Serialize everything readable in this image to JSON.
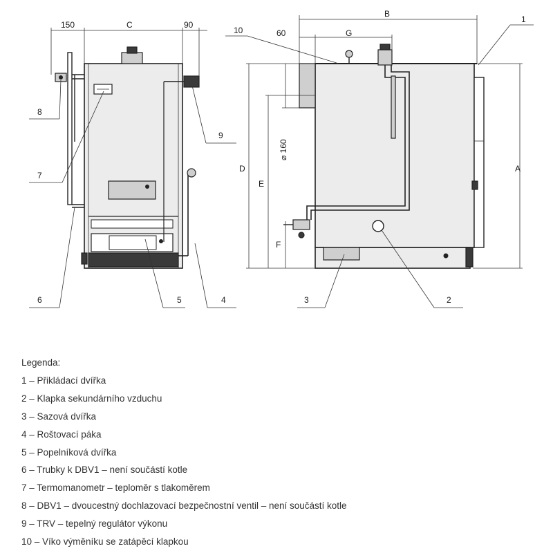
{
  "dimensions": {
    "front_left": "150",
    "front_mid": "C",
    "front_right": "90",
    "side_top": "B",
    "side_60": "60",
    "side_g": "G",
    "side_d": "D",
    "side_e": "E",
    "side_f": "F",
    "side_a": "A",
    "flue_diameter": "⌀ 160"
  },
  "callouts": {
    "c1": "1",
    "c2": "2",
    "c3": "3",
    "c4": "4",
    "c5": "5",
    "c6": "6",
    "c7": "7",
    "c8": "8",
    "c9": "9",
    "c10": "10"
  },
  "legend": {
    "title": "Legenda:",
    "items": [
      "1 – Přikládací dvířka",
      "2 – Klapka sekundárního vzduchu",
      "3 – Sazová dvířka",
      "4 – Roštovací páka",
      "5 – Popelníková dvířka",
      "6 – Trubky k DBV1 – není součástí kotle",
      "7 – Termomanometr – teploměr s tlakoměrem",
      "8 – DBV1 – dvoucestný dochlazovací bezpečnostní ventil – není součástí kotle",
      "9 – TRV – tepelný regulátor výkonu",
      "10 – Víko výměníku se zatápěcí klapkou"
    ]
  }
}
